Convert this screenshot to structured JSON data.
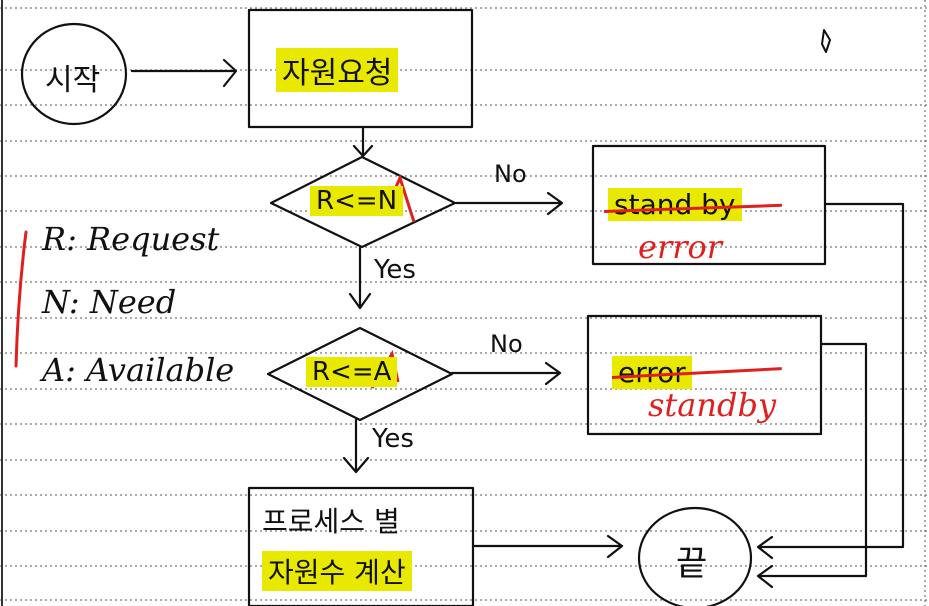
{
  "start": {
    "label": "시작"
  },
  "box_request": {
    "label": "자원요청"
  },
  "decision_need": {
    "label": "R<=N"
  },
  "decision_available": {
    "label": "R<=A"
  },
  "edge_no_1": {
    "label": "No"
  },
  "edge_no_2": {
    "label": "No"
  },
  "edge_yes_1": {
    "label": "Yes"
  },
  "edge_yes_2": {
    "label": "Yes"
  },
  "box_top_right": {
    "label": "stand by",
    "correction": "error"
  },
  "box_mid_right": {
    "label": "error",
    "correction": "standby"
  },
  "box_bottom": {
    "line1": "프로세스 별",
    "line2": "자원수 계산"
  },
  "end": {
    "label": "끝"
  },
  "legend": [
    {
      "text": "R: Request"
    },
    {
      "text": "N: Need"
    },
    {
      "text": "A: Available"
    }
  ],
  "colors": {
    "highlight": "#e9e900",
    "correction": "#e0201e",
    "ink": "#111111"
  }
}
